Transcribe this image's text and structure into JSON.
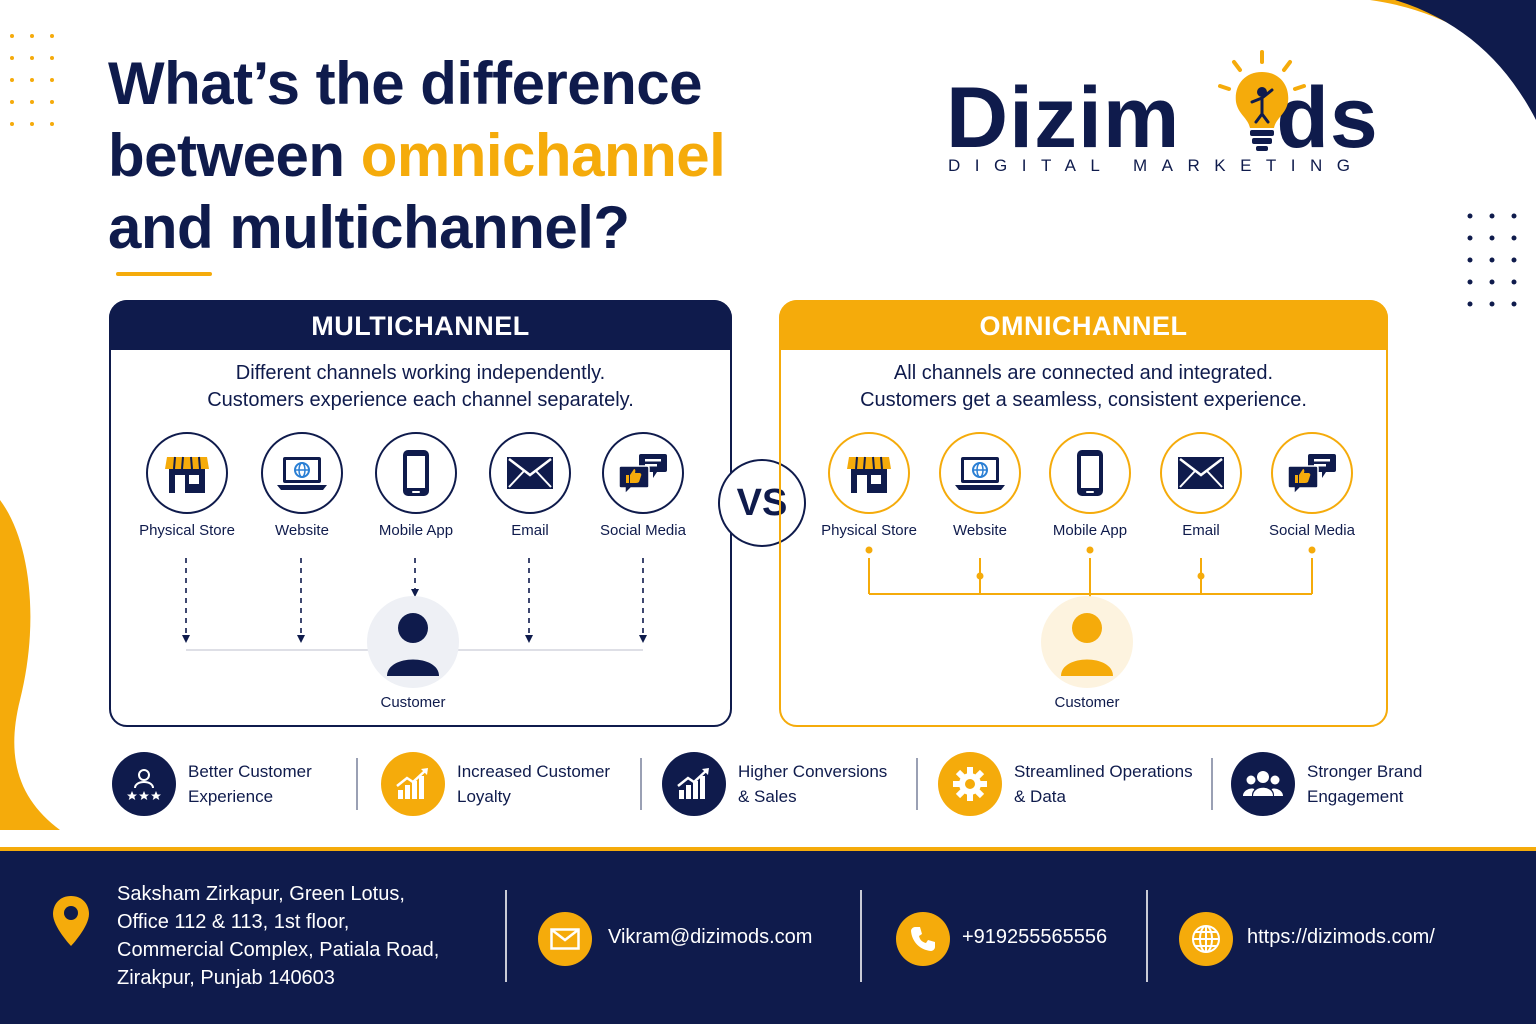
{
  "title": {
    "line1": "What’s the difference",
    "line2_prefix": "between ",
    "line2_highlight": "omnichannel",
    "line3": "and multichannel?"
  },
  "logo": {
    "word": "Dizim",
    "word_end": "ds",
    "tagline": "DIGITAL MARKETING",
    "bulb_icon": "lightbulb-icon"
  },
  "colors": {
    "navy": "#0f1b4c",
    "gold": "#f5ab0b"
  },
  "multichannel": {
    "heading": "MULTICHANNEL",
    "desc_line1": "Different channels working independently.",
    "desc_line2": "Customers experience each channel separately.",
    "channels": [
      {
        "label": "Physical Store",
        "icon": "store-icon"
      },
      {
        "label": "Website",
        "icon": "laptop-icon"
      },
      {
        "label": "Mobile App",
        "icon": "smartphone-icon"
      },
      {
        "label": "Email",
        "icon": "envelope-icon"
      },
      {
        "label": "Social Media",
        "icon": "chat-bubbles-icon"
      }
    ],
    "customer": "Customer"
  },
  "vs": "VS",
  "omnichannel": {
    "heading": "OMNICHANNEL",
    "desc_line1": "All channels are connected and integrated.",
    "desc_line2": "Customers get a seamless, consistent experience.",
    "channels": [
      {
        "label": "Physical Store",
        "icon": "store-icon"
      },
      {
        "label": "Website",
        "icon": "laptop-icon"
      },
      {
        "label": "Mobile App",
        "icon": "smartphone-icon"
      },
      {
        "label": "Email",
        "icon": "envelope-icon"
      },
      {
        "label": "Social Media",
        "icon": "chat-bubbles-icon"
      }
    ],
    "customer": "Customer"
  },
  "benefits": [
    {
      "line1": "Better Customer",
      "line2": "Experience",
      "icon": "user-rating-icon"
    },
    {
      "line1": "Increased Customer",
      "line2": "Loyalty",
      "icon": "growth-chart-icon"
    },
    {
      "line1": "Higher Conversions",
      "line2": "& Sales",
      "icon": "growth-chart-icon"
    },
    {
      "line1": "Streamlined Operations",
      "line2": "& Data",
      "icon": "gear-icon"
    },
    {
      "line1": "Stronger Brand",
      "line2": "Engagement",
      "icon": "group-icon"
    }
  ],
  "footer": {
    "address": [
      "Saksham Zirkapur, Green Lotus,",
      "Office 112 & 113, 1st floor,",
      "Commercial Complex, Patiala Road,",
      "Zirakpur, Punjab 140603"
    ],
    "email": "Vikram@dizimods.com",
    "phone": "+919255565556",
    "website": "https://dizimods.com/"
  }
}
